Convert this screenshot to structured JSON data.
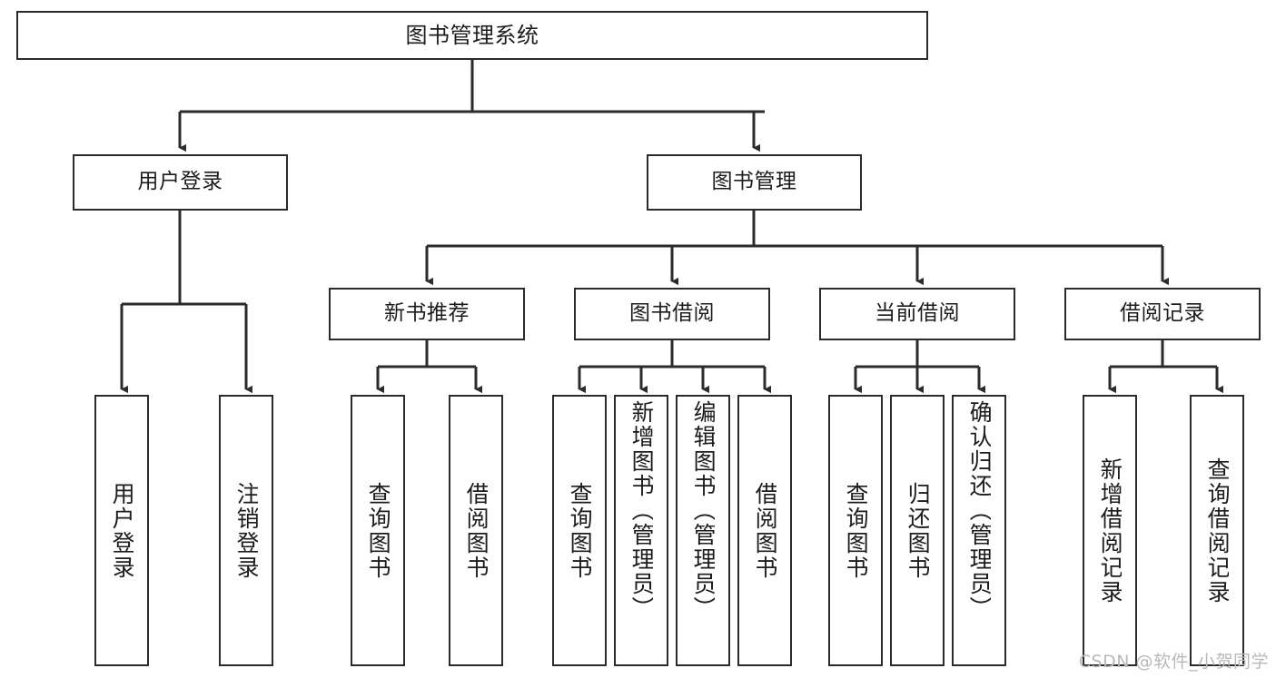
{
  "diagram": {
    "title": "图书管理系统",
    "type": "tree",
    "root": {
      "label": "图书管理系统"
    },
    "level2": [
      {
        "label": "用户登录"
      },
      {
        "label": "图书管理"
      }
    ],
    "level3": [
      {
        "label": "新书推荐"
      },
      {
        "label": "图书借阅"
      },
      {
        "label": "当前借阅"
      },
      {
        "label": "借阅记录"
      }
    ],
    "leaves": {
      "user_login": [
        {
          "label": "用户登录"
        },
        {
          "label": "注销登录"
        }
      ],
      "new_book": [
        {
          "label": "查询图书"
        },
        {
          "label": "借阅图书"
        }
      ],
      "book_borrow": [
        {
          "label": "查询图书"
        },
        {
          "label": "新增图书（管理员）"
        },
        {
          "label": "编辑图书（管理员）"
        },
        {
          "label": "借阅图书"
        }
      ],
      "current_borrow": [
        {
          "label": "查询图书"
        },
        {
          "label": "归还图书"
        },
        {
          "label": "确认归还（管理员）"
        }
      ],
      "borrow_record": [
        {
          "label": "新增借阅记录"
        },
        {
          "label": "查询借阅记录"
        }
      ]
    }
  },
  "watermark": {
    "text": "CSDN @软件_小贺同学"
  },
  "colors": {
    "stroke": "#2b2b2b",
    "background": "#ffffff",
    "text": "#1c1c1c",
    "watermark": "#b9b9b9"
  }
}
